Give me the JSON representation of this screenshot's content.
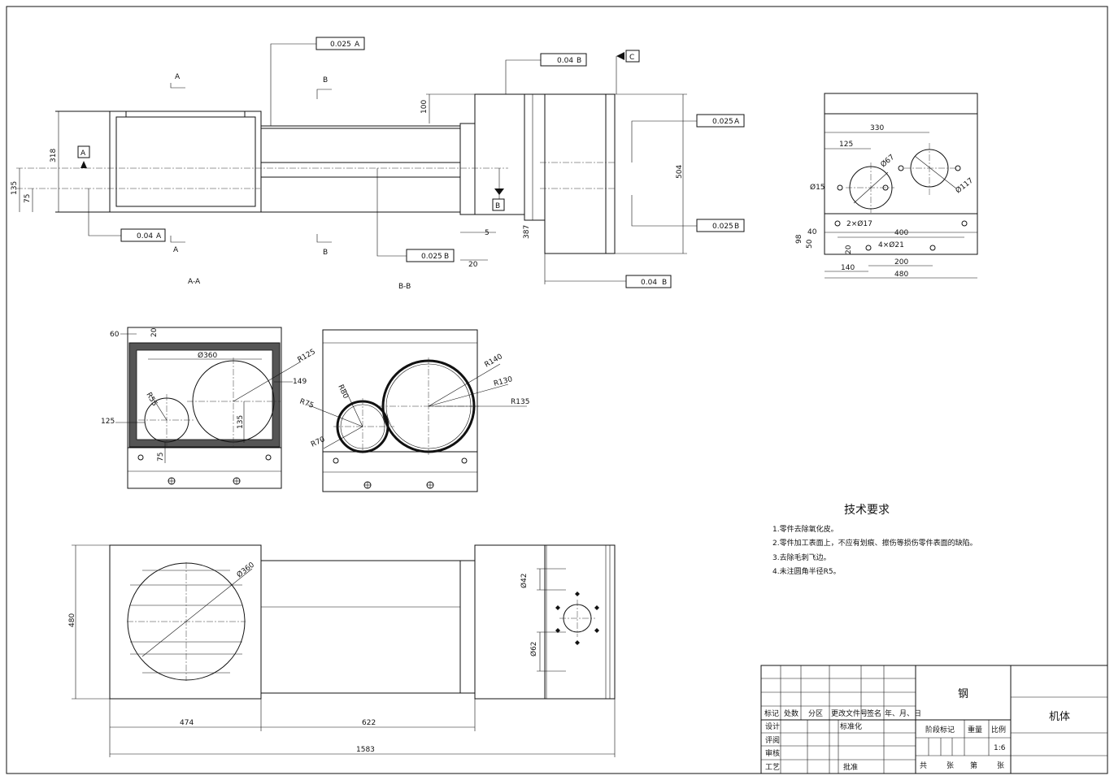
{
  "drawing": {
    "section_letters": {
      "a": "A",
      "b": "B",
      "c": "C"
    },
    "section_titles": {
      "aa": "A-A",
      "bb": "B-B"
    },
    "tolerances": {
      "t1": "0.025",
      "t2": "0.04",
      "t3": "0.025",
      "t4": "0.025",
      "t5": "0.025",
      "t6": "0.04",
      "t7": "0.04"
    },
    "dims_front": {
      "d318": "318",
      "d135": "135",
      "d75": "75",
      "d100": "100",
      "d504": "504",
      "d387": "387",
      "d5": "5",
      "d20": "20"
    },
    "dims_side": {
      "d330": "330",
      "d125": "125",
      "dphi67": "Ø67",
      "dphi117": "Ø117",
      "dphi15": "Ø15",
      "d2x17": "2×Ø17",
      "d400": "400",
      "d40": "40",
      "d98": "98",
      "d50": "50",
      "d4x21": "4×Ø21",
      "d20": "20",
      "d200": "200",
      "d140": "140",
      "d480": "480"
    },
    "dims_sec_a": {
      "d60": "60",
      "d20": "20",
      "d360": "Ø360",
      "r125": "R125",
      "d149": "149",
      "r55": "R55",
      "d125": "125",
      "d135": "135",
      "d75": "75"
    },
    "dims_sec_b": {
      "r140": "R140",
      "r130": "R130",
      "r135": "R135",
      "r80": "R80",
      "r75": "R75",
      "r70": "R70"
    },
    "dims_bottom": {
      "d360": "Ø360",
      "d480": "480",
      "d42": "Ø42",
      "d62": "Ø62",
      "d474": "474",
      "d622": "622",
      "d1583": "1583"
    }
  },
  "notes": {
    "title": "技术要求",
    "items": [
      "1.零件去除氧化皮。",
      "2.零件加工表面上，不应有划痕、擦伤等损伤零件表面的缺陷。",
      "3.去除毛刺飞边。",
      "4.未注圆角半径R5。"
    ]
  },
  "title_block": {
    "headers": [
      "标记",
      "处数",
      "分区",
      "更改文件号",
      "签名",
      "年、月、日"
    ],
    "design": "设计",
    "standard": "标准化",
    "review": "评阅",
    "check": "审核",
    "process": "工艺",
    "approve": "批准",
    "stage": "阶段标记",
    "weight": "重量",
    "scale_label": "比例",
    "scale": "1:6",
    "total": "共",
    "sheets": "张",
    "page": "第",
    "sheet2": "张",
    "material": "钢",
    "part_name": "机体"
  }
}
